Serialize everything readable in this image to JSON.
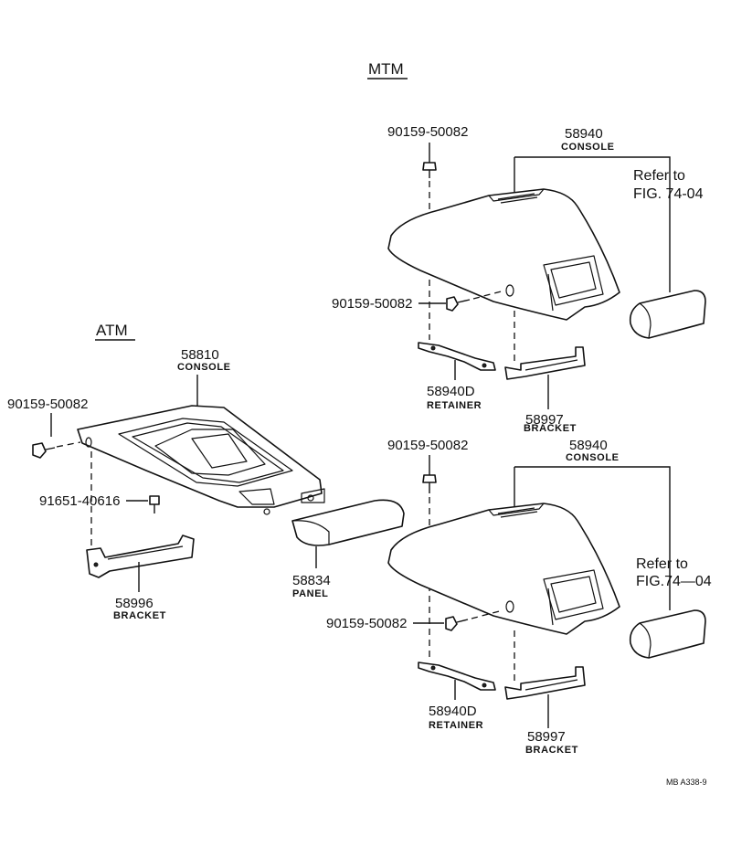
{
  "sections": {
    "mtm": "MTM",
    "atm": "ATM"
  },
  "mtm_upper": {
    "bolt_top": "90159-50082",
    "console_pn": "58940",
    "console_name": "CONSOLE",
    "refer_line1": "Refer to",
    "refer_line2": "FIG. 74-04",
    "bolt_side": "90159-50082",
    "retainer_pn": "58940D",
    "retainer_name": "RETAINER",
    "bracket_pn": "58997",
    "bracket_name": "BRACKET"
  },
  "mtm_lower": {
    "bolt_top": "90159-50082",
    "console_pn": "58940",
    "console_name": "CONSOLE",
    "refer_line1": "Refer to",
    "refer_line2": "FIG.74—04",
    "bolt_side": "90159-50082",
    "retainer_pn": "58940D",
    "retainer_name": "RETAINER",
    "bracket_pn": "58997",
    "bracket_name": "BRACKET"
  },
  "atm": {
    "console_pn": "58810",
    "console_name": "CONSOLE",
    "bolt": "90159-50082",
    "screw": "91651-40616",
    "bracket_pn": "58996",
    "bracket_name": "BRACKET",
    "panel_pn": "58834",
    "panel_name": "PANEL"
  },
  "figure_code": "MB  A338-9"
}
